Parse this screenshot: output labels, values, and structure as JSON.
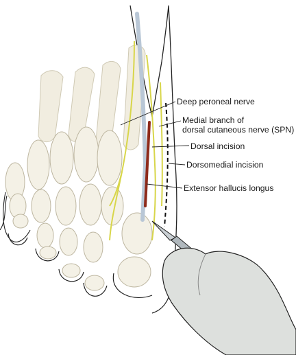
{
  "labels": {
    "deep_peroneal": "Deep peroneal nerve",
    "medial_branch_line1": "Medial branch of",
    "medial_branch_line2": "dorsal cutaneous nerve (SPN)",
    "dorsal_incision": "Dorsal incision",
    "dorsomedial_incision": "Dorsomedial incision",
    "ehl": "Extensor hallucis longus"
  },
  "colors": {
    "bone": "#f3efe2",
    "bone_shade": "#d9d3bf",
    "ligament": "#e4e9ee",
    "nerve": "#d8d64a",
    "tendon": "#b9c7d6",
    "incision": "#8e2a1a",
    "glove": "#dde0dd",
    "outline": "#222222"
  }
}
